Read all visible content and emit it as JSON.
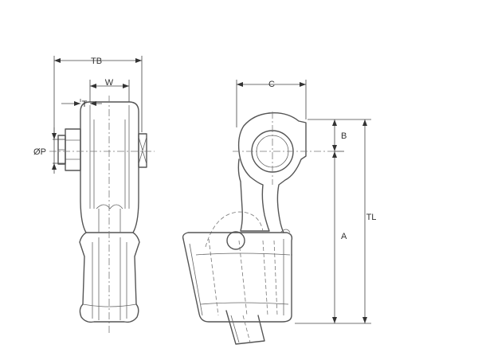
{
  "labels": {
    "tb": "TB",
    "w": "W",
    "t": "T",
    "p": "ØP",
    "c": "C",
    "b": "B",
    "a": "A",
    "tl": "TL"
  },
  "colors": {
    "line": "#555555",
    "background": "#ffffff"
  }
}
